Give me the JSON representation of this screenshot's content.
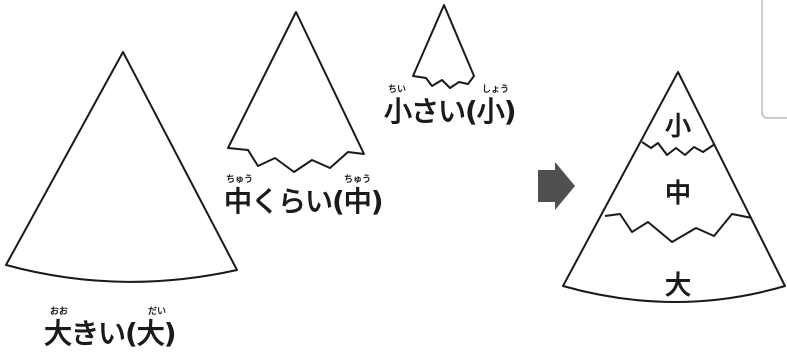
{
  "colors": {
    "ink": "#1a1a1a",
    "arrow": "#505050",
    "panel_border": "#bbbbbb"
  },
  "cones": [
    {
      "id": "large",
      "label": "大きい(大)",
      "ruby_left": "おお",
      "ruby_right": "だい"
    },
    {
      "id": "medium",
      "label": "中くらい(中)",
      "ruby_left": "ちゅう",
      "ruby_right": "ちゅう"
    },
    {
      "id": "small",
      "label": "小さい(小)",
      "ruby_left": "ちい",
      "ruby_right": "しょう"
    }
  ],
  "stacked": {
    "top": "小",
    "middle": "中",
    "bottom": "大"
  },
  "arrow_icon": "right-arrow-icon"
}
